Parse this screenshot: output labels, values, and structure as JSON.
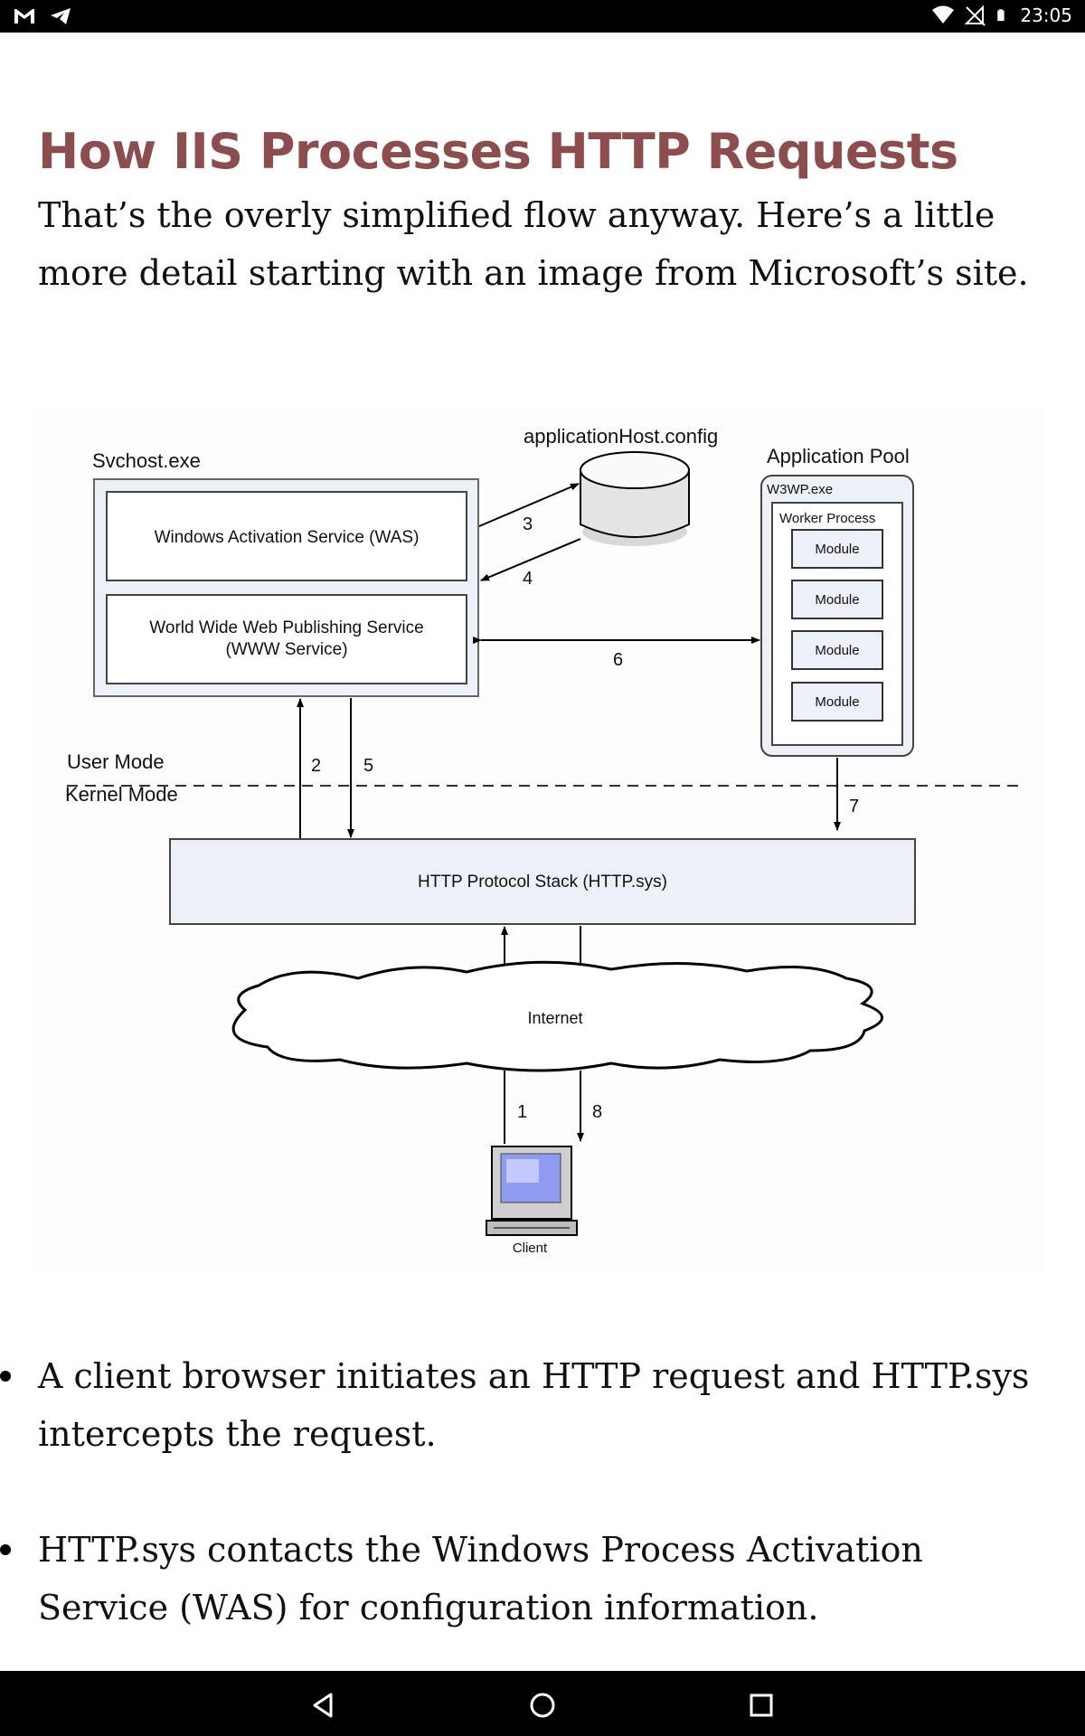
{
  "status_bar": {
    "left_icons": [
      "gmail-icon",
      "telegram-icon"
    ],
    "right_icons": [
      "wifi-icon",
      "no-signal-icon",
      "battery-icon"
    ],
    "time": "23:05"
  },
  "article": {
    "title": "How IIS Processes HTTP Requests",
    "lead": "That’s the overly simplified flow anyway. Here’s a little more detail starting with an image from Microsoft’s site.",
    "figure": {
      "svchost_label": "Svchost.exe",
      "was_label": "Windows Activation Service (WAS)",
      "www_label_line1": "World Wide Web Publishing Service",
      "www_label_line2": "(WWW Service)",
      "config_label": "applicationHost.config",
      "app_pool_label": "Application Pool",
      "w3wp_label": "W3WP.exe",
      "worker_label": "Worker Process",
      "modules": [
        "Module",
        "Module",
        "Module",
        "Module"
      ],
      "user_mode": "User Mode",
      "kernel_mode": "Kernel Mode",
      "http_stack_label": "HTTP Protocol Stack (HTTP.sys)",
      "internet_label": "Internet",
      "client_label": "Client",
      "steps": [
        "1",
        "2",
        "3",
        "4",
        "5",
        "6",
        "7",
        "8"
      ]
    },
    "bullets": [
      "A client browser initiates an HTTP request and HTTP.sys intercepts the request.",
      "HTTP.sys contacts the Windows Process Activation Service (WAS) for configuration information."
    ]
  },
  "nav_bar": {
    "buttons": [
      "back-icon",
      "home-icon",
      "recents-icon"
    ]
  },
  "colors": {
    "title": "#8b4d4d",
    "box_fill": "#eef0f7",
    "box_stroke": "#555555"
  }
}
